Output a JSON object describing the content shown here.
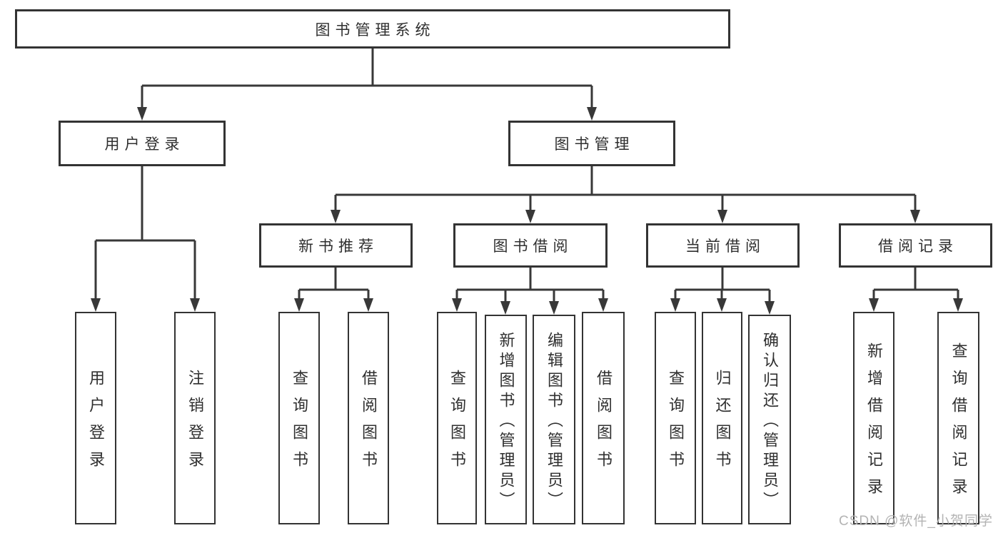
{
  "diagram": {
    "tree": {
      "label": "图书管理系统",
      "children": [
        {
          "label": "用户登录",
          "children": [
            {
              "label": "用户登录"
            },
            {
              "label": "注销登录"
            }
          ]
        },
        {
          "label": "图书管理",
          "children": [
            {
              "label": "新书推荐",
              "children": [
                {
                  "label": "查询图书"
                },
                {
                  "label": "借阅图书"
                }
              ]
            },
            {
              "label": "图书借阅",
              "children": [
                {
                  "label": "查询图书"
                },
                {
                  "label": "新增图书（管理员）"
                },
                {
                  "label": "编辑图书（管理员）"
                },
                {
                  "label": "借阅图书"
                }
              ]
            },
            {
              "label": "当前借阅",
              "children": [
                {
                  "label": "查询图书"
                },
                {
                  "label": "归还图书"
                },
                {
                  "label": "确认归还（管理员）"
                }
              ]
            },
            {
              "label": "借阅记录",
              "children": [
                {
                  "label": "新增借阅记录"
                },
                {
                  "label": "查询借阅记录"
                }
              ]
            }
          ]
        }
      ]
    },
    "line_color": "#383838",
    "border_color": "#333333",
    "text_color": "#2f2f2f"
  },
  "watermark": {
    "text": "CSDN @软件_小贺同学",
    "color": "#b3b3b3"
  }
}
